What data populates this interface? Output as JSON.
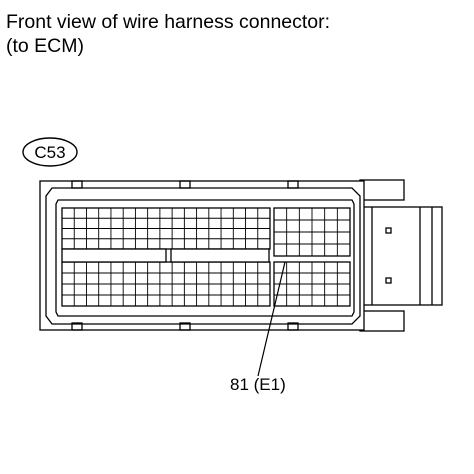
{
  "heading": {
    "line1": "Front view of wire harness connector:",
    "line2": "(to ECM)"
  },
  "connector": {
    "code": "C53"
  },
  "callout": {
    "label": "81 (E1)"
  }
}
